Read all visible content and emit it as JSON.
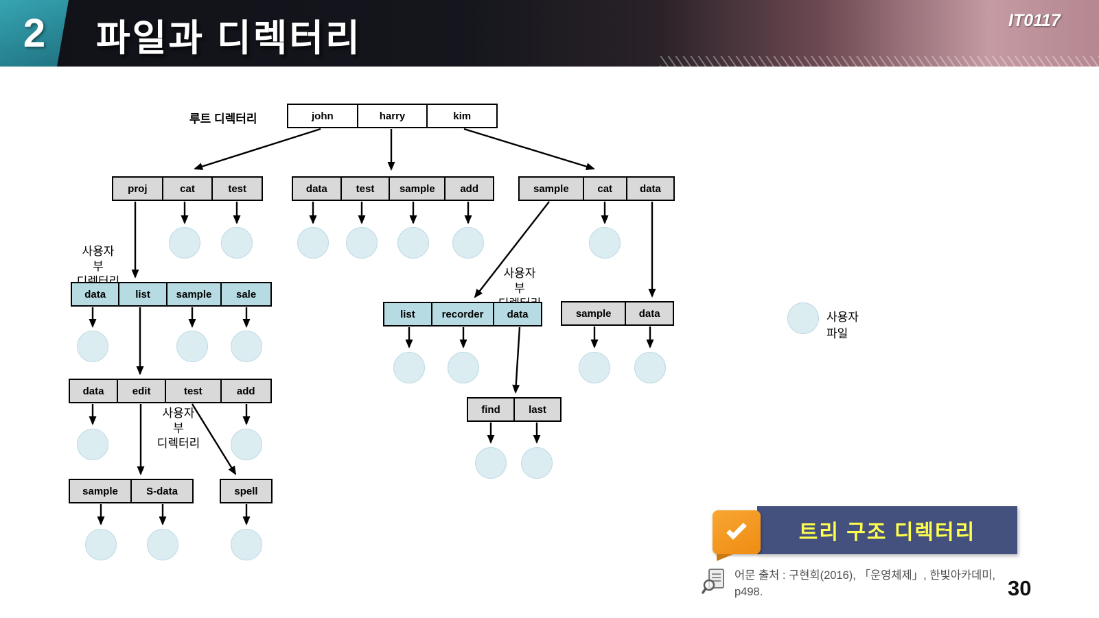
{
  "header": {
    "lesson_number": "2",
    "title": "파일과 디렉터리",
    "course_code": "IT0117"
  },
  "diagram": {
    "root_label": "루트 디렉터리",
    "user_subdir_label": "사용자\n부\n디렉터리",
    "legend_label": "사용자\n파일",
    "tables": {
      "root": {
        "cells": [
          "john",
          "harry",
          "kim"
        ]
      },
      "john_dir": {
        "cells": [
          "proj",
          "cat",
          "test"
        ]
      },
      "harry_dir": {
        "cells": [
          "data",
          "test",
          "sample",
          "add"
        ]
      },
      "kim_dir": {
        "cells": [
          "sample",
          "cat",
          "data"
        ]
      },
      "proj_dir": {
        "cells": [
          "data",
          "list",
          "sample",
          "sale"
        ]
      },
      "list_dir": {
        "cells": [
          "data",
          "edit",
          "test",
          "add"
        ]
      },
      "edit_dir": {
        "cells": [
          "sample",
          "S-data"
        ]
      },
      "test_dir": {
        "cells": [
          "spell"
        ]
      },
      "sample_dir": {
        "cells": [
          "list",
          "recorder",
          "data"
        ]
      },
      "recorder_data_dir": {
        "cells": [
          "find",
          "last"
        ]
      },
      "kim_data_dir": {
        "cells": [
          "sample",
          "data"
        ]
      }
    }
  },
  "callout": {
    "label": "트리 구조 디렉터리"
  },
  "citation": {
    "line1": "어문 출처  : 구현회(2016), 「운영체제」, 한빛아카데미,",
    "line2": "p498."
  },
  "page_number": "30"
}
